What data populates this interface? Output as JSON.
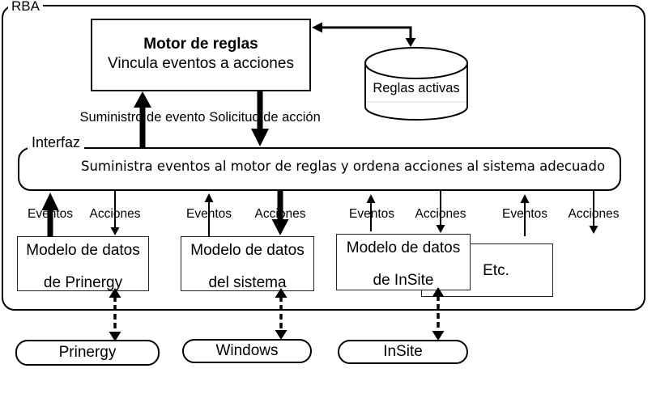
{
  "frame": {
    "label": "RBA"
  },
  "rules_engine": {
    "title": "Motor de reglas",
    "subtitle": "Vincula eventos a acciones"
  },
  "rules_store": {
    "label": "Reglas activas"
  },
  "flows": {
    "event_supply": "Suministro de evento",
    "action_request": "Solicitud de acción"
  },
  "interface": {
    "label": "Interfaz",
    "description": "Suministra eventos al motor de reglas y ordena acciones al sistema adecuado"
  },
  "channels": [
    {
      "events": "Eventos",
      "actions": "Acciones"
    },
    {
      "events": "Eventos",
      "actions": "Acciones"
    },
    {
      "events": "Eventos",
      "actions": "Acciones"
    },
    {
      "events": "Eventos",
      "actions": "Acciones"
    }
  ],
  "data_models": [
    {
      "line1": "Modelo de datos",
      "line2": "de Prinergy"
    },
    {
      "line1": "Modelo de datos",
      "line2": "del sistema"
    },
    {
      "line1": "Modelo de datos",
      "line2": "de InSite"
    }
  ],
  "etc": {
    "label": "Etc."
  },
  "systems": [
    {
      "label": "Prinergy"
    },
    {
      "label": "Windows"
    },
    {
      "label": "InSite"
    }
  ],
  "colors": {
    "stroke": "#000000",
    "background": "#ffffff"
  }
}
